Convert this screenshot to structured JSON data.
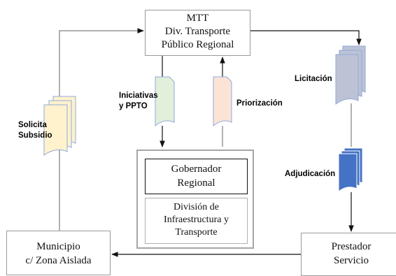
{
  "nodes": {
    "mtt": {
      "line1": "MTT",
      "line2": "Div. Transporte",
      "line3": "Público Regional"
    },
    "gobernador": {
      "line1": "Gobernador",
      "line2": "Regional"
    },
    "division": {
      "line1": "División de",
      "line2": "Infraestructura y",
      "line3": "Transporte"
    },
    "municipio": {
      "line1": "Municipio",
      "line2": "c/ Zona Aislada"
    },
    "prestador": {
      "line1": "Prestador",
      "line2": "Servicio"
    }
  },
  "labels": {
    "solicita": {
      "line1": "Solicita",
      "line2": "Subsidio"
    },
    "iniciativas": {
      "line1": "Iniciativas",
      "line2": "y PPTO"
    },
    "priorizacion": "Priorización",
    "licitacion": "Licitación",
    "adjudicacion": "Adjudicación"
  },
  "colors": {
    "solicita_doc": "#fff2cc",
    "iniciativas_doc": "#e2efda",
    "priorizacion_doc": "#fbe4d5",
    "licitacion_doc": "#bdc3d4",
    "adjudicacion_doc": "#4472c4",
    "arrow": "#111111",
    "line_gray": "#7f7f7f"
  }
}
